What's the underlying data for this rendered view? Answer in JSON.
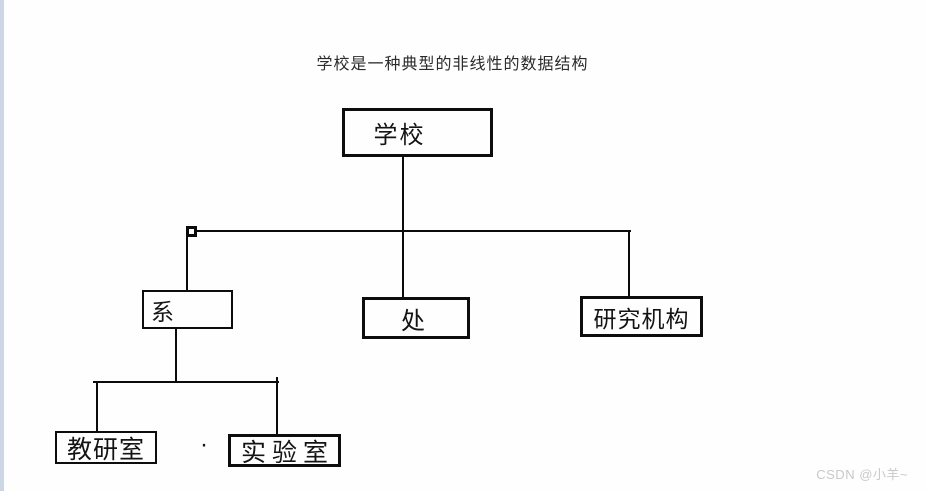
{
  "diagram": {
    "title": "学校是一种典型的非线性的数据结构",
    "type": "tree",
    "nodes": [
      {
        "id": "school",
        "label": "学校"
      },
      {
        "id": "department",
        "label": "系"
      },
      {
        "id": "office",
        "label": "处"
      },
      {
        "id": "research",
        "label": "研究机构"
      },
      {
        "id": "teaching",
        "label": "教研室"
      },
      {
        "id": "lab",
        "label": "实验室"
      }
    ],
    "edges": [
      {
        "from": "学校",
        "to": "系"
      },
      {
        "from": "学校",
        "to": "处"
      },
      {
        "from": "学校",
        "to": "研究机构"
      },
      {
        "from": "系",
        "to": "教研室"
      },
      {
        "from": "系",
        "to": "实验室"
      }
    ],
    "stray_dot": "·"
  },
  "watermark": {
    "text": "CSDN @小羊~"
  },
  "colors": {
    "line": "#0b0b0b",
    "box_border": "#0d0d0d",
    "left_strip": "#ccd6e4",
    "watermark_text": "#c9c9c9",
    "background": "#fefefe"
  }
}
